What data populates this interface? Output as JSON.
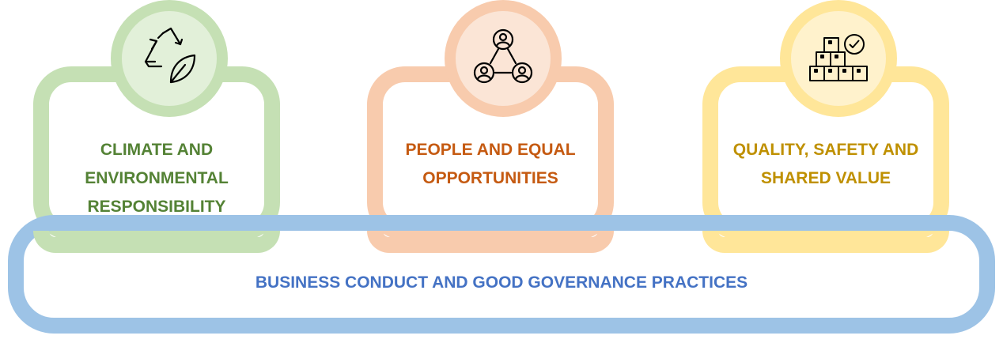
{
  "pillars": [
    {
      "label": "CLIMATE AND\nENVIRONMENTAL\nRESPONSIBILITY",
      "icon": "recycle-leaf-icon",
      "border": "#c5e0b4",
      "text": "#548235",
      "fill": "#e2f0d9"
    },
    {
      "label": "PEOPLE AND EQUAL\nOPPORTUNITIES",
      "icon": "people-network-icon",
      "border": "#f8cbad",
      "text": "#c55a11",
      "fill": "#fbe5d6"
    },
    {
      "label": "QUALITY, SAFETY AND\nSHARED VALUE",
      "icon": "boxes-check-icon",
      "border": "#ffe699",
      "text": "#bf9000",
      "fill": "#fff2cc"
    }
  ],
  "foundation": {
    "label": "BUSINESS CONDUCT AND GOOD GOVERNANCE PRACTICES",
    "border": "#9dc3e6",
    "text": "#4472c4"
  }
}
